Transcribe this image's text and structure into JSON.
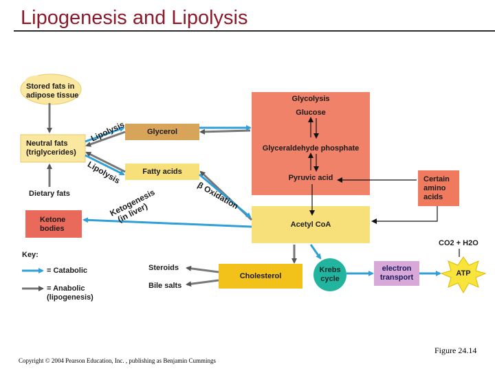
{
  "title": "Lipogenesis and Lipolysis",
  "figure_caption": "Figure 24.14",
  "copyright": "Copyright © 2004 Pearson Education, Inc. , publishing as Benjamin Cummings",
  "colors": {
    "catabolic": "#2f9fd6",
    "anabolic": "#777777",
    "title": "#8b1a2b",
    "glycolysis_box": "#f0826a",
    "neutral_fats_box": "#fbe8a0",
    "glycerol_box": "#d8a45a",
    "fatty_acids_box": "#f7e07a",
    "acetyl_coa_box": "#f7e07a",
    "ketone_box": "#e96a5a",
    "amino_box": "#ef7a5e",
    "cholesterol_box": "#f2c21a",
    "krebs_circle": "#21b5a0",
    "electron_box": "#d8a8d8",
    "atp_star": "#f8e43a"
  },
  "diagram": {
    "stored_fats": [
      "Stored fats in",
      "adipose tissue"
    ],
    "neutral_fats": [
      "Neutral fats",
      "(triglycerides)"
    ],
    "dietary_fats": "Dietary fats",
    "ketone_bodies": [
      "Ketone",
      "bodies"
    ],
    "glycerol": "Glycerol",
    "fatty_acids": "Fatty acids",
    "lipolysis_top": "Lipolysis",
    "lipolysis_bottom": "Lipolysis",
    "ketogenesis": [
      "Ketogenesis",
      "(in liver)"
    ],
    "beta_oxidation": "β Oxidation",
    "glycolysis": "Glycolysis",
    "glucose": "Glucose",
    "glyceraldehyde": "Glyceraldehyde phosphate",
    "pyruvic_acid": "Pyruvic acid",
    "amino_acids": [
      "Certain",
      "amino",
      "acids"
    ],
    "acetyl_coa": "Acetyl CoA",
    "co2_h2o": "CO2 + H2O",
    "atp": "ATP",
    "steroids": "Steroids",
    "bile_salts": "Bile salts",
    "cholesterol": "Cholesterol",
    "krebs": [
      "Krebs",
      "cycle"
    ],
    "electron_transport": [
      "electron",
      "transport"
    ]
  },
  "key": {
    "title": "Key:",
    "catabolic": "= Catabolic",
    "anabolic": [
      "= Anabolic",
      "(lipogenesis)"
    ]
  }
}
